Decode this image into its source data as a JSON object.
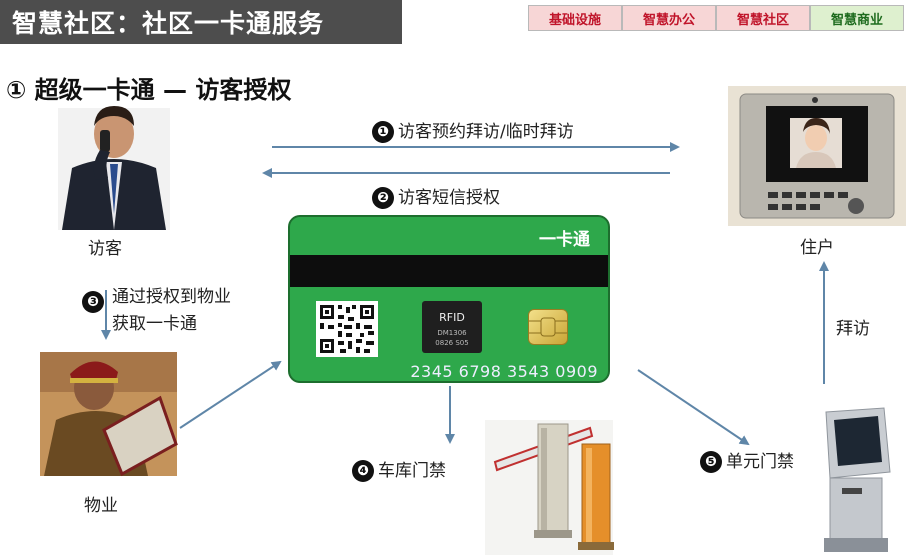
{
  "header": {
    "title": "智慧社区：社区一卡通服务"
  },
  "nav_tabs": [
    "基础设施",
    "智慧办公",
    "智慧社区",
    "智慧商业"
  ],
  "section": {
    "title": "① 超级一卡通 — 访客授权"
  },
  "nodes": {
    "visitor": "访客",
    "resident": "住户",
    "property": "物业",
    "garage": "车库门禁",
    "unit": "单元门禁"
  },
  "steps": {
    "step1": {
      "num": "❶",
      "text": "访客预约拜访/临时拜访"
    },
    "step2": {
      "num": "❷",
      "text": "访客短信授权"
    },
    "step3": {
      "num": "❸",
      "line1": "通过授权到物业",
      "line2": "获取一卡通"
    },
    "step4": {
      "num": "❹",
      "text": "车库门禁"
    },
    "step5": {
      "num": "❺",
      "text": "单元门禁"
    },
    "visit": "拜访"
  },
  "card": {
    "title": "一卡通",
    "chip_label": "RFID",
    "chip_code1": "DM1306",
    "chip_code2": "0826  S05",
    "number": "2345 6798 3543 0909"
  },
  "colors": {
    "arrow": "#5f86a8",
    "card_green": "#2ea84b",
    "header_bg": "#4d4d4d"
  }
}
